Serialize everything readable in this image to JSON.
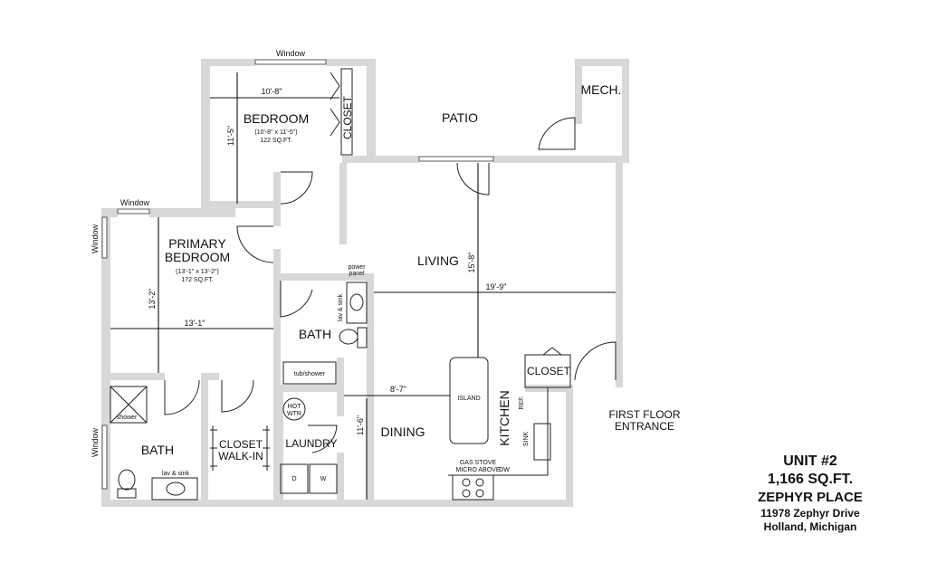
{
  "rooms": {
    "bedroom": {
      "name": "BEDROOM",
      "dims": "(10'-8\" x 11'-5\")",
      "area": "122 SQ.FT."
    },
    "primary_bedroom": {
      "name_line1": "PRIMARY",
      "name_line2": "BEDROOM",
      "dims": "(13'-1\" x 13'-2\")",
      "area": "172 SQ.FT."
    },
    "patio": "PATIO",
    "mech": "MECH.",
    "living": "LIVING",
    "bath_upper": "BATH",
    "bath_lower": "BATH",
    "closet_walkin_line1": "CLOSET",
    "closet_walkin_line2": "WALK-IN",
    "laundry": "LAUNDRY",
    "dining": "DINING",
    "kitchen": "KITCHEN",
    "closet_bedroom": "CLOSET",
    "closet_entry": "CLOSET",
    "island": "ISLAND"
  },
  "fixtures": {
    "window": "Window",
    "power_panel_line1": "power",
    "power_panel_line2": "panel",
    "lav_sink": "lav & sink",
    "tub_shower": "tub/shower",
    "shower": "shower",
    "hot_water_line1": "HOT",
    "hot_water_line2": "WTR",
    "dryer": "D",
    "washer": "W",
    "gas_stove_line1": "GAS STOVE",
    "gas_stove_line2": "MICRO ABOVE",
    "dishwasher": "DW",
    "sink": "SINK",
    "refrigerator": "REF."
  },
  "dimensions": {
    "bedroom_width": "10'-8\"",
    "bedroom_depth": "11'-5\"",
    "primary_width": "13'-1\"",
    "primary_depth": "13'-2\"",
    "living_depth": "15'-8\"",
    "living_width": "19'-9\"",
    "dining_width": "8'-7\"",
    "dining_depth": "11'-6\""
  },
  "entrance": {
    "line1": "FIRST FLOOR",
    "line2": "ENTRANCE"
  },
  "info": {
    "unit": "UNIT #2",
    "sqft": "1,166 SQ.FT.",
    "name": "ZEPHYR PLACE",
    "address": "11978 Zephyr Drive",
    "city": "Holland, Michigan"
  }
}
